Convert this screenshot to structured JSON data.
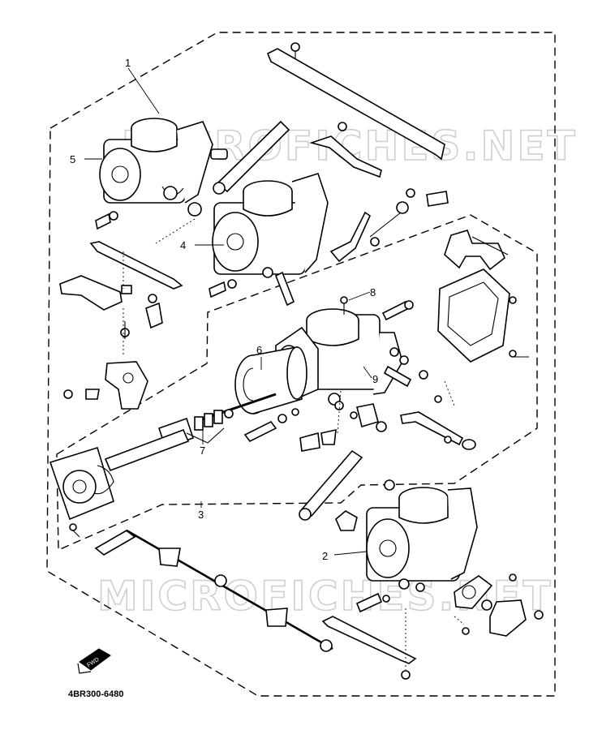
{
  "diagram": {
    "part_code": "4BR300-6480",
    "watermark": "MICROFICHES.NET",
    "front_badge": "FWD",
    "callouts": [
      {
        "id": "c1",
        "label": "1"
      },
      {
        "id": "c2",
        "label": "2"
      },
      {
        "id": "c3",
        "label": "3"
      },
      {
        "id": "c4",
        "label": "4"
      },
      {
        "id": "c5",
        "label": "5"
      },
      {
        "id": "c6",
        "label": "6"
      },
      {
        "id": "c7",
        "label": "7"
      },
      {
        "id": "c8",
        "label": "8"
      },
      {
        "id": "c9",
        "label": "9"
      }
    ]
  }
}
